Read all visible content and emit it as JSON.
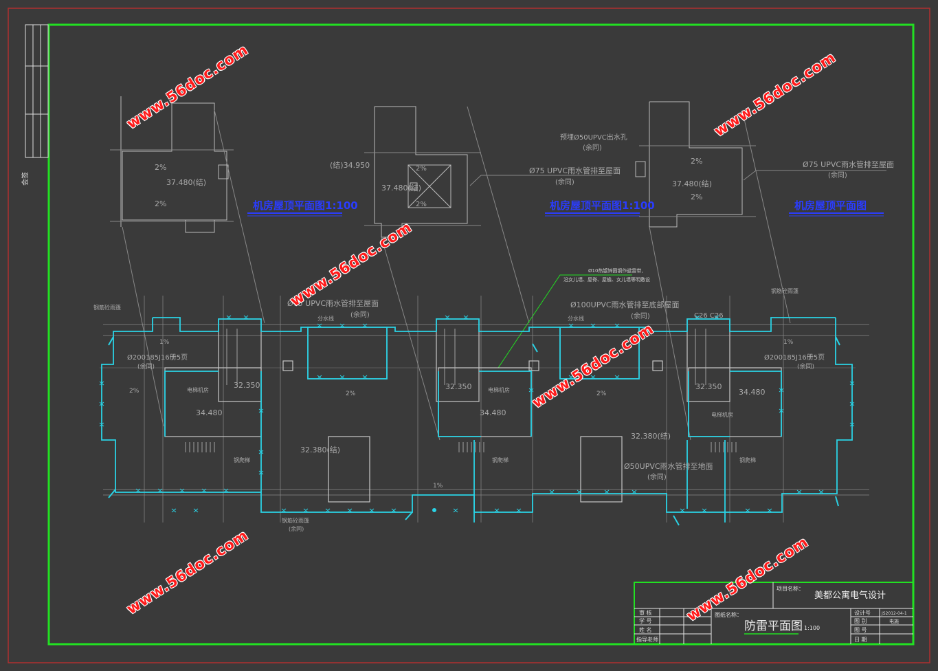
{
  "drawing": {
    "watermark": "www.56doc.com",
    "side_label": "会签",
    "title_block": {
      "project_label": "项目名称：",
      "project_name": "美都公寓电气设计",
      "drawing_label": "图纸名称：",
      "drawing_title": "防雷平面图",
      "scale": "1:100",
      "rows_left": [
        "审 核",
        "学 号",
        "姓 名",
        "指导老师"
      ],
      "rows_right_labels": [
        "设计号",
        "图 别",
        "图 号",
        "日 期"
      ],
      "rows_right_values": [
        "JS2012-04-1",
        "电施",
        "",
        ""
      ]
    },
    "roof_plans": [
      {
        "title": "机房屋顶平面图1:100",
        "elev": "37.480(结)",
        "slope_top": "2%",
        "slope_bot": "2%"
      },
      {
        "title": "机房屋顶平面图1:100",
        "elev": "37.480(结)",
        "slope_top": "2%",
        "slope_bot": "2%",
        "level_note": "(结)34.950"
      },
      {
        "title": "机房屋顶平面图",
        "elev": "37.480(结)",
        "slope_top": "2%",
        "slope_bot": "2%"
      }
    ],
    "notes": {
      "pipe_75_top_mid": "Ø75 UPVC雨水管排至屋面",
      "pipe_75_top_mid_sub": "(余同)",
      "pipe_50_outlet": "预埋Ø50UPVC出水孔",
      "pipe_50_outlet_sub": "(余同)",
      "pipe_75_top_right": "Ø75 UPVC雨水管排至屋面",
      "pipe_75_top_right_sub": "(余同)",
      "conductor_note_1": "Ø10热镀锌圆钢作避雷带,",
      "conductor_note_2": "沿女儿墙、屋脊、屋檐、女儿墙等明敷设",
      "pipe_75_left": "Ø75 UPVC雨水管排至屋面",
      "pipe_75_left_sub": "(余同)",
      "pipe_100": "Ø100UPVC雨水管排至底部屋面",
      "pipe_100_sub": "(余同)",
      "pipe_50_bottom": "Ø50UPVC雨水管排至地面",
      "pipe_50_bottom_sub": "(余同)",
      "c26": "C26 C26",
      "gutter_left": "Ø200185J16册5页",
      "gutter_left_sub": "(余同)",
      "gutter_right": "Ø200185J16册5页",
      "gutter_right_sub": "(余同)",
      "divider": "分水线",
      "steel_ladder": "钢爬梯",
      "edge_note": "钢筋砼雨篷",
      "edge_note_bottom": "钢筋砼雨篷",
      "edge_note_bottom_sub": "(余同)"
    },
    "floor_plan": {
      "elevations": [
        "32.350",
        "34.480",
        "32.380(结)",
        "32.350",
        "34.480",
        "32.380(结)",
        "32.350",
        "34.480"
      ],
      "slopes": [
        "2%",
        "1%",
        "2%",
        "2%",
        "1%",
        "1%"
      ],
      "room_labels": [
        "电梯机房",
        "电梯机房",
        "电梯机房"
      ]
    },
    "colors": {
      "background": "#3a3a3a",
      "frame": "#22e022",
      "lightning": "#2ad3e6",
      "walls": "#c8c8c8",
      "title_blue": "#2a3cff",
      "outer_border": "#b03030"
    }
  }
}
